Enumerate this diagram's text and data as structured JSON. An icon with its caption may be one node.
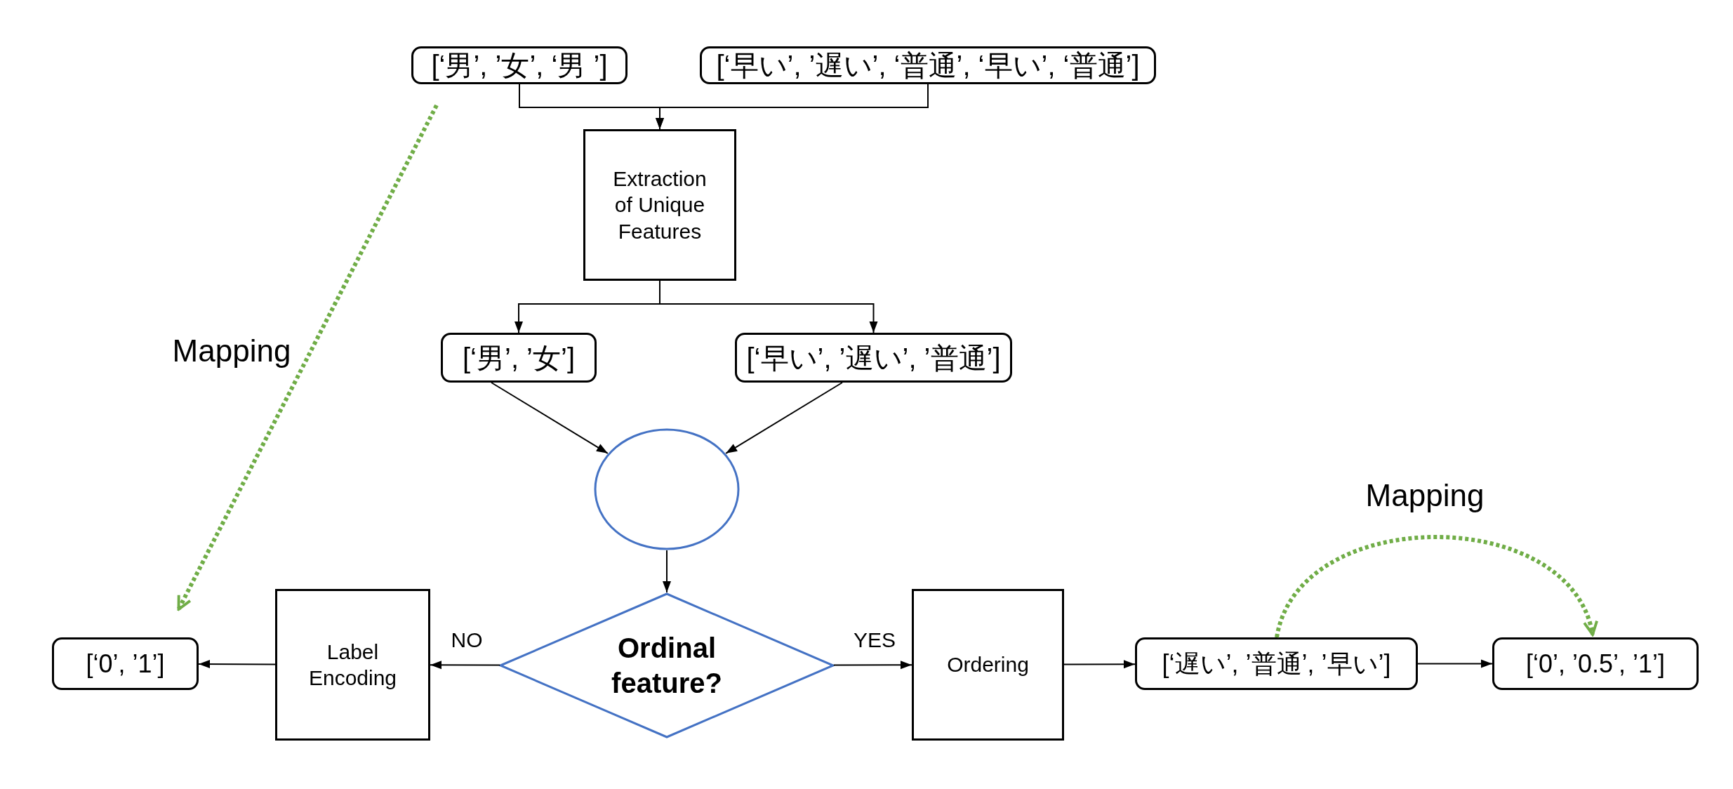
{
  "diagram": {
    "nodes": [
      {
        "text": [
          "[‘男’, ’女’, ‘男 ’]"
        ]
      },
      {
        "text": [
          "[‘早い’, ’遅い’, ‘普通’, ‘早い’, ‘普通’]"
        ]
      },
      {
        "text": [
          "Extraction of Unique Features"
        ]
      },
      {
        "text": [
          "[‘男’, ’女’]"
        ]
      },
      {
        "text": [
          "[‘早い’, ’遅い’, ’普通’]"
        ]
      },
      {
        "text": [],
        "shape": "circle"
      },
      {
        "text": [
          "Ordinal feature?"
        ]
      },
      {
        "text": [
          "Label Encoding"
        ]
      },
      {
        "text": [
          "[‘0’, ’1’]"
        ]
      },
      {
        "text": [
          "Ordering"
        ]
      },
      {
        "text": [
          "[‘遅い’, ’普通’, ’早い’]"
        ]
      },
      {
        "text": [
          "[‘0’, ’0.5’, ’1’]"
        ]
      }
    ],
    "edges": [
      {
        "from": 0,
        "to": 2,
        "arrow": "to"
      },
      {
        "from": 1,
        "to": 2,
        "arrow": "to"
      },
      {
        "from": 2,
        "to": 3,
        "arrow": "to"
      },
      {
        "from": 2,
        "to": 4,
        "arrow": "to"
      },
      {
        "from": 3,
        "to": 5,
        "arrow": "to"
      },
      {
        "from": 4,
        "to": 5,
        "arrow": "to"
      },
      {
        "from": 5,
        "to": 6,
        "arrow": "to"
      },
      {
        "from": 6,
        "to": 7,
        "arrow": "to",
        "label": "NO"
      },
      {
        "from": 7,
        "to": 8,
        "arrow": "to"
      },
      {
        "from": 6,
        "to": 9,
        "arrow": "to",
        "label": "YES"
      },
      {
        "from": 9,
        "to": 10,
        "arrow": "to"
      },
      {
        "from": 10,
        "to": 11,
        "arrow": "to"
      },
      {
        "from": 0,
        "to": 8,
        "arrow": "to",
        "label": "Mapping",
        "style": "dashed",
        "color": "#70ad47"
      },
      {
        "from": 10,
        "to": 11,
        "arrow": "to",
        "label": "Mapping",
        "style": "dashed",
        "color": "#70ad47"
      }
    ]
  }
}
